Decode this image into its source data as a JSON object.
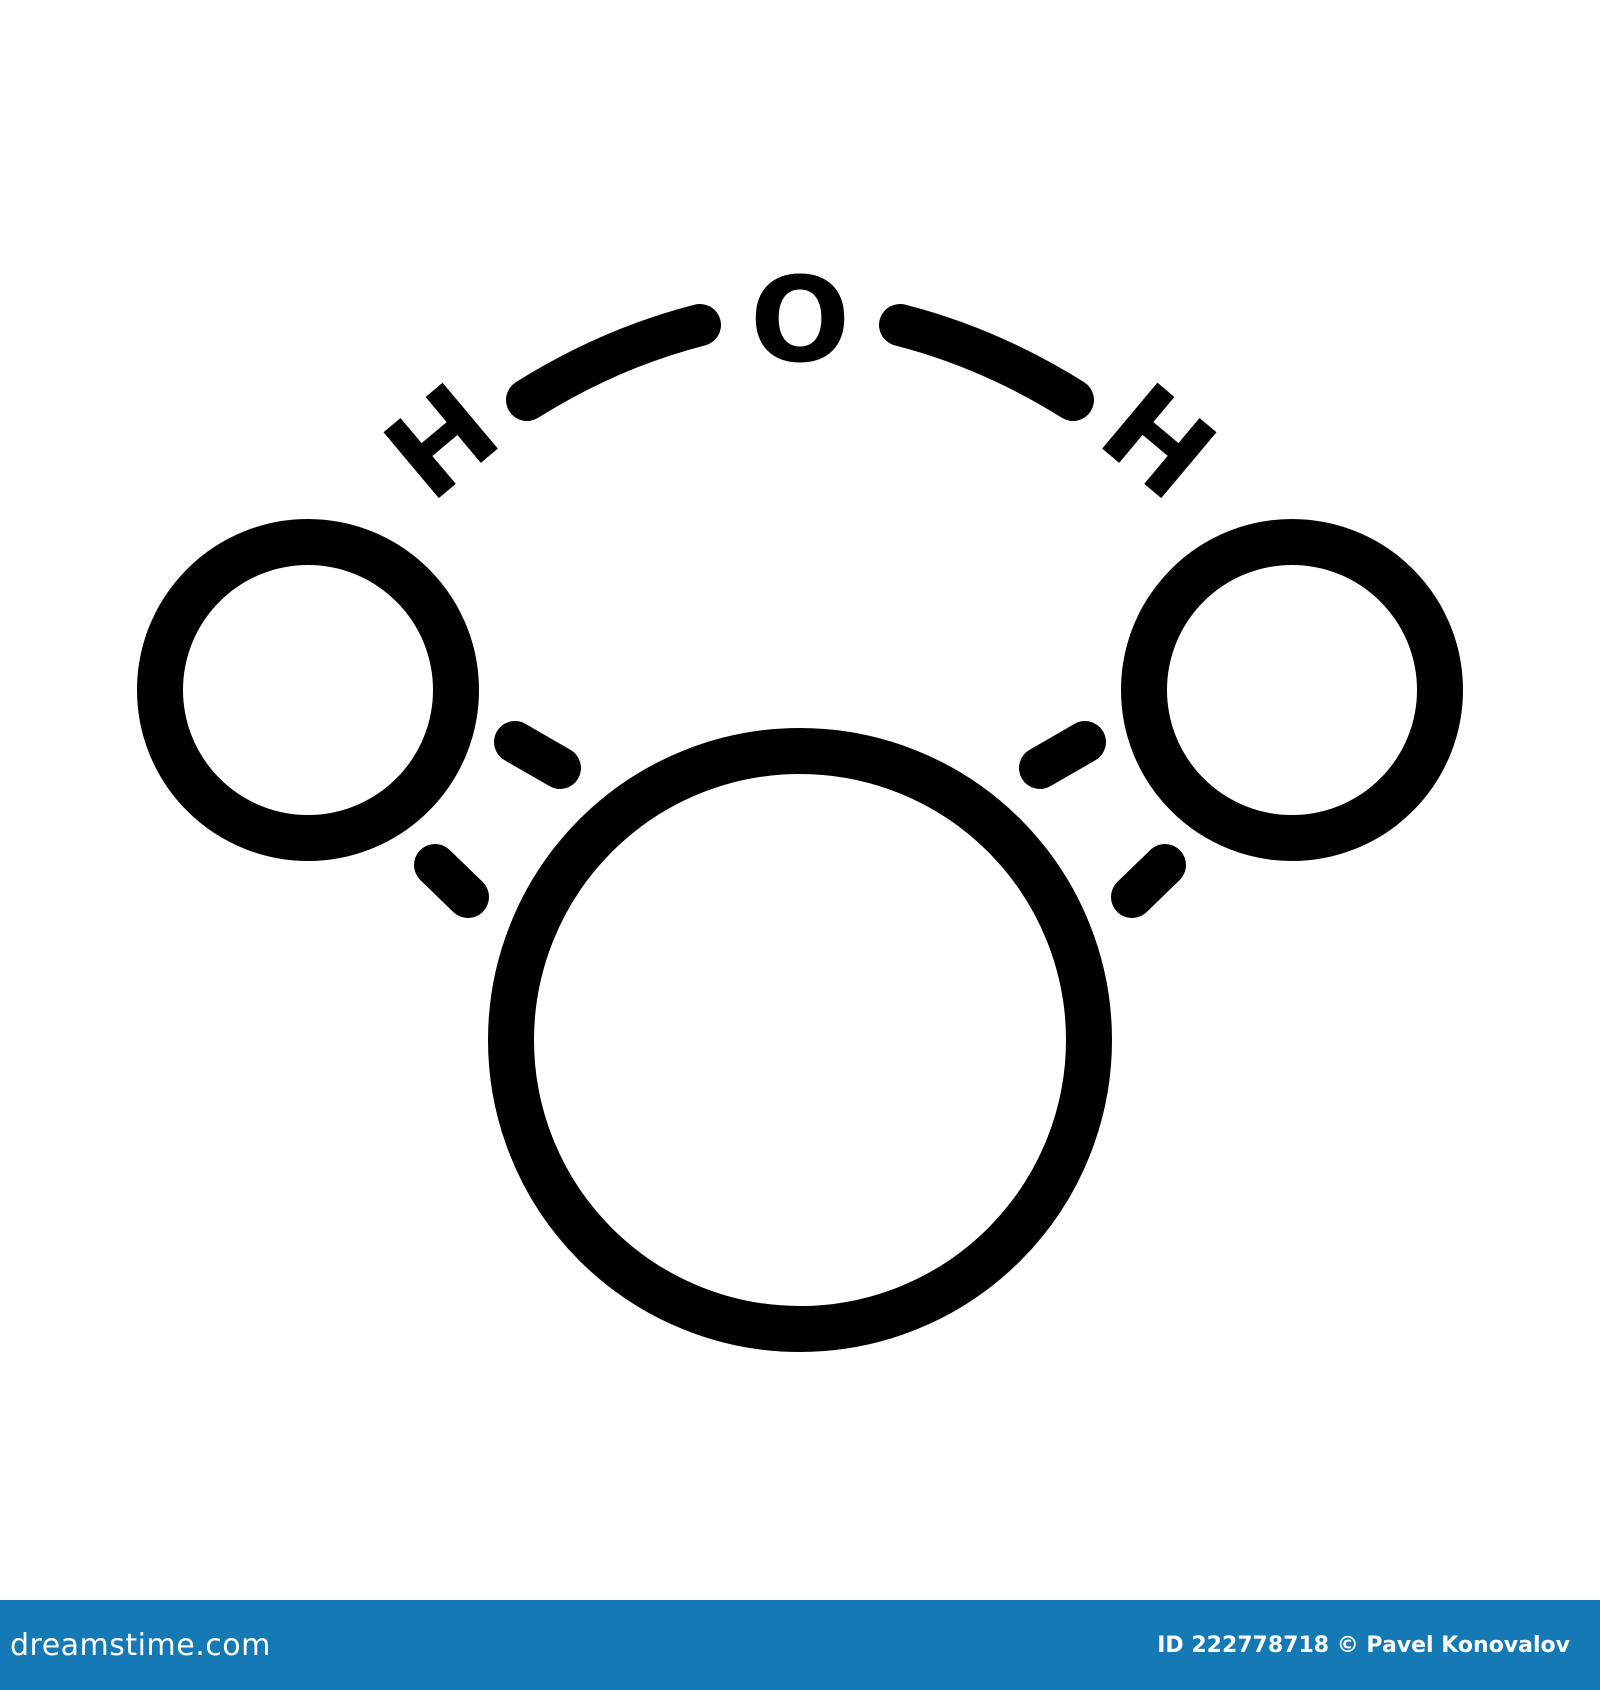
{
  "molecule": {
    "atoms": [
      {
        "id": "O",
        "label": "O",
        "element": "oxygen"
      },
      {
        "id": "H-left",
        "label": "H",
        "element": "hydrogen"
      },
      {
        "id": "H-right",
        "label": "H",
        "element": "hydrogen"
      }
    ],
    "bonds": [
      {
        "from": "O",
        "to": "H-left"
      },
      {
        "from": "O",
        "to": "H-right"
      }
    ]
  },
  "icon": {
    "name": "water-molecule-icon",
    "stroke_color": "#000000",
    "background_color": "#ffffff"
  },
  "footer": {
    "bar_color": "#1479b4",
    "site_logo": "dreamstime.com",
    "credit": "ID 222778718 © Pavel Konovalov"
  }
}
